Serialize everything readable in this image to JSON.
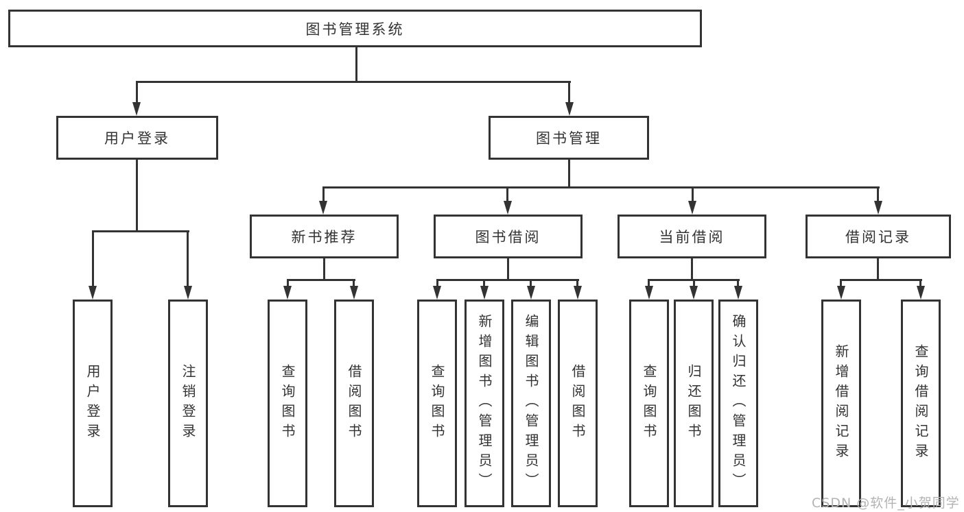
{
  "colors": {
    "line": "#333333",
    "text": "#333333",
    "background": "#ffffff",
    "watermark": "#b3b3b3"
  },
  "watermark": {
    "text": "CSDN @软件_小贺同学"
  },
  "tree": {
    "label": "图书管理系统",
    "children": [
      {
        "label": "用户登录",
        "children": [
          {
            "label": "用户登录"
          },
          {
            "label": "注销登录"
          }
        ]
      },
      {
        "label": "图书管理",
        "children": [
          {
            "label": "新书推荐",
            "children": [
              {
                "label": "查询图书"
              },
              {
                "label": "借阅图书"
              }
            ]
          },
          {
            "label": "图书借阅",
            "children": [
              {
                "label": "查询图书"
              },
              {
                "label": "新增图书（管理员）"
              },
              {
                "label": "编辑图书（管理员）"
              },
              {
                "label": "借阅图书"
              }
            ]
          },
          {
            "label": "当前借阅",
            "children": [
              {
                "label": "查询图书"
              },
              {
                "label": "归还图书"
              },
              {
                "label": "确认归还（管理员）"
              }
            ]
          },
          {
            "label": "借阅记录",
            "children": [
              {
                "label": "新增借阅记录"
              },
              {
                "label": "查询借阅记录"
              }
            ]
          }
        ]
      }
    ]
  }
}
